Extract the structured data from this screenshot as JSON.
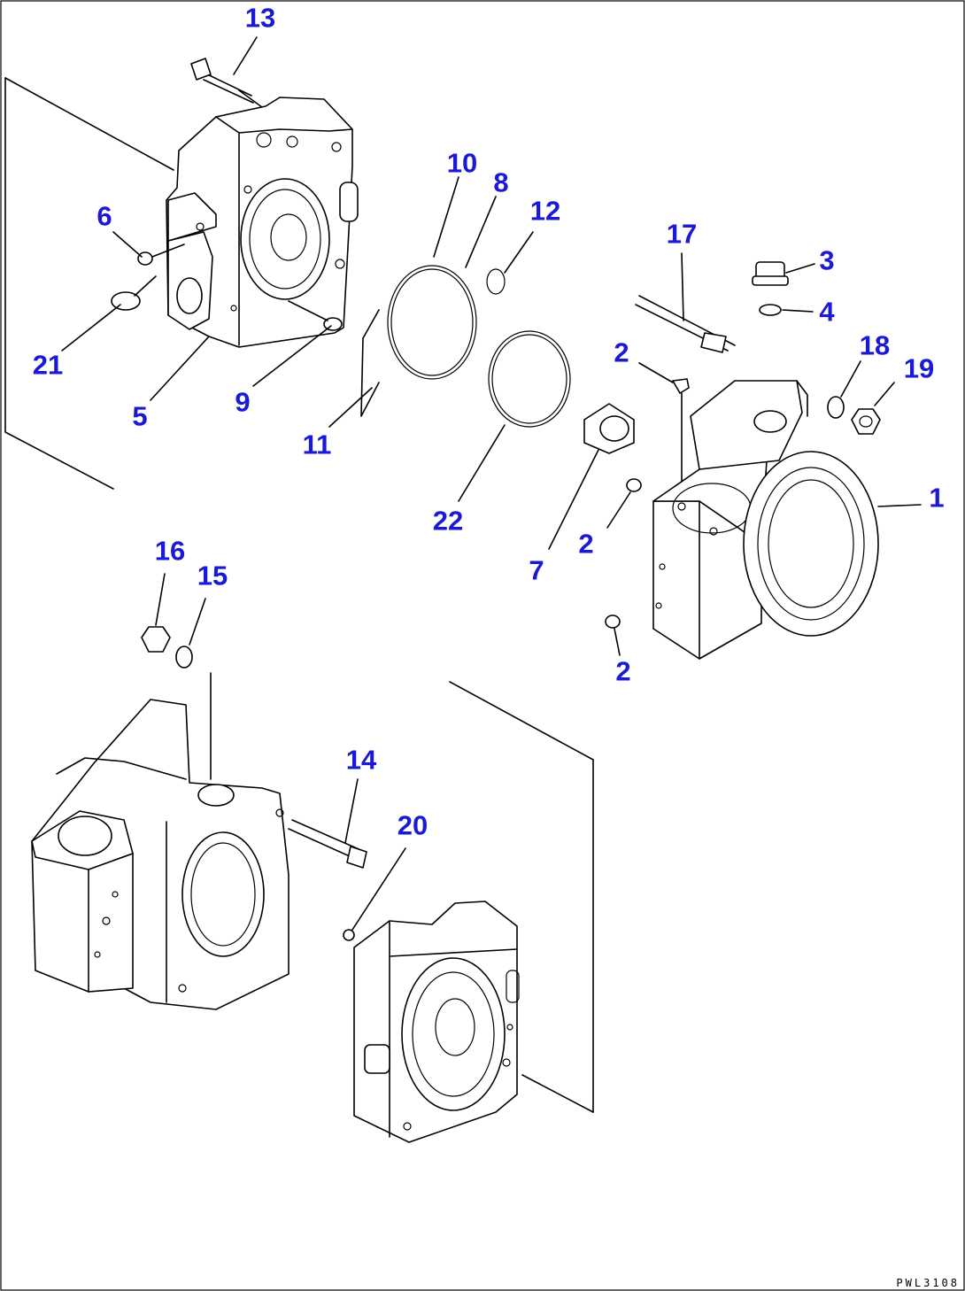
{
  "drawing_code": "PWL3108",
  "callouts": {
    "c1": "1",
    "c2a": "2",
    "c2b": "2",
    "c2c": "2",
    "c3": "3",
    "c4": "4",
    "c5": "5",
    "c6": "6",
    "c7": "7",
    "c8": "8",
    "c9": "9",
    "c10": "10",
    "c11": "11",
    "c12": "12",
    "c13": "13",
    "c14": "14",
    "c15": "15",
    "c16": "16",
    "c17": "17",
    "c18": "18",
    "c19": "19",
    "c20": "20",
    "c21": "21",
    "c22": "22"
  },
  "colors": {
    "callout": "#1a1ad6",
    "line": "#000000",
    "background": "#ffffff"
  }
}
